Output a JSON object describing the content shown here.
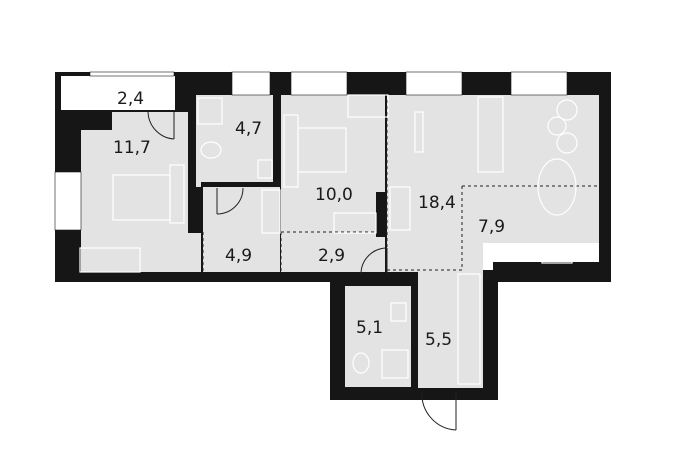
{
  "plan": {
    "type": "apartment floor plan",
    "colors": {
      "wall": "#161616",
      "floor": "#e3e3e3",
      "balcony": "#ffffff",
      "furniture_stroke": "#ffffff",
      "dash": "#222222"
    },
    "rooms": [
      {
        "id": "balcony",
        "area": "2,4"
      },
      {
        "id": "bedroom-1",
        "area": "11,7"
      },
      {
        "id": "bathroom-1",
        "area": "4,7"
      },
      {
        "id": "bedroom-2",
        "area": "10,0"
      },
      {
        "id": "living-room",
        "area": "18,4"
      },
      {
        "id": "kitchen",
        "area": "7,9"
      },
      {
        "id": "corridor-1",
        "area": "4,9"
      },
      {
        "id": "corridor-2",
        "area": "2,9"
      },
      {
        "id": "bathroom-2",
        "area": "5,1"
      },
      {
        "id": "hallway",
        "area": "5,5"
      }
    ]
  }
}
